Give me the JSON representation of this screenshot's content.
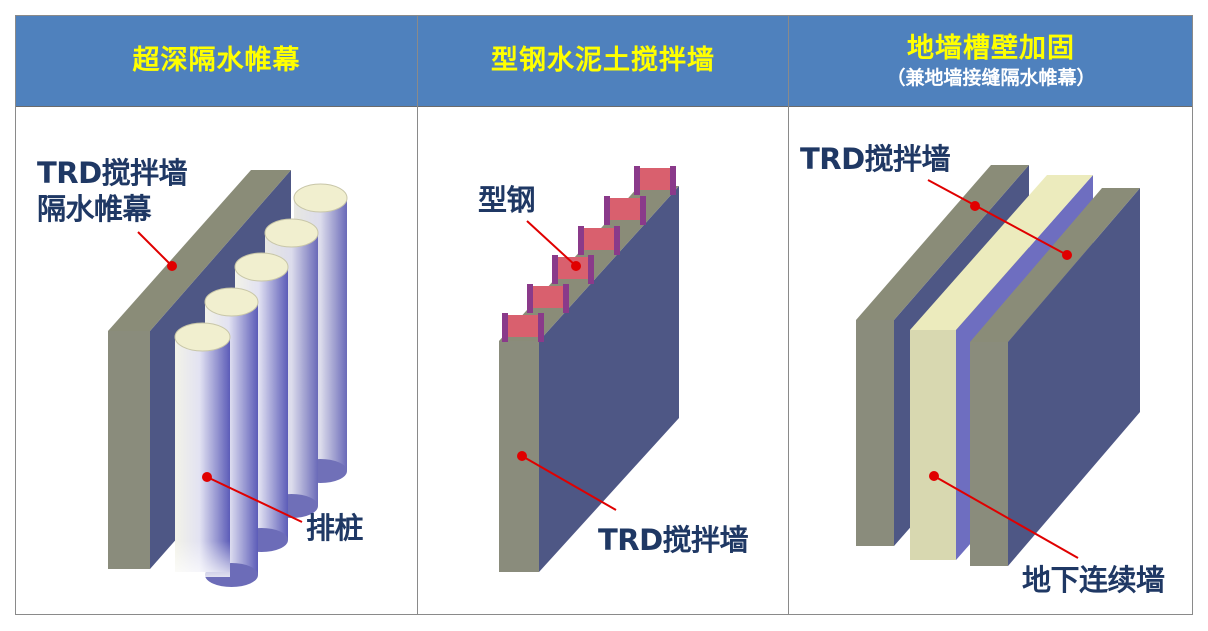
{
  "headers": [
    {
      "title": "超深隔水帷幕",
      "subtitle": ""
    },
    {
      "title": "型钢水泥土搅拌墙",
      "subtitle": ""
    },
    {
      "title": "地墙槽壁加固",
      "subtitle": "（兼地墙接缝隔水帷幕）"
    }
  ],
  "panel1": {
    "label_wall_line1": "TRD搅拌墙",
    "label_wall_line2": "隔水帷幕",
    "label_piles": "排桩"
  },
  "panel2": {
    "label_steel": "型钢",
    "label_wall": "TRD搅拌墙"
  },
  "panel3": {
    "label_wall": "TRD搅拌墙",
    "label_diaphragm": "地下连续墙"
  },
  "colors": {
    "header_bg": "#4f81bd",
    "header_text": "#ffff00",
    "label_text": "#1f3864",
    "leader_line": "#e00000",
    "trd_wall_face": "#8a8c7c",
    "steel": "#d9606e",
    "diaphragm": "#d8d8b0"
  }
}
